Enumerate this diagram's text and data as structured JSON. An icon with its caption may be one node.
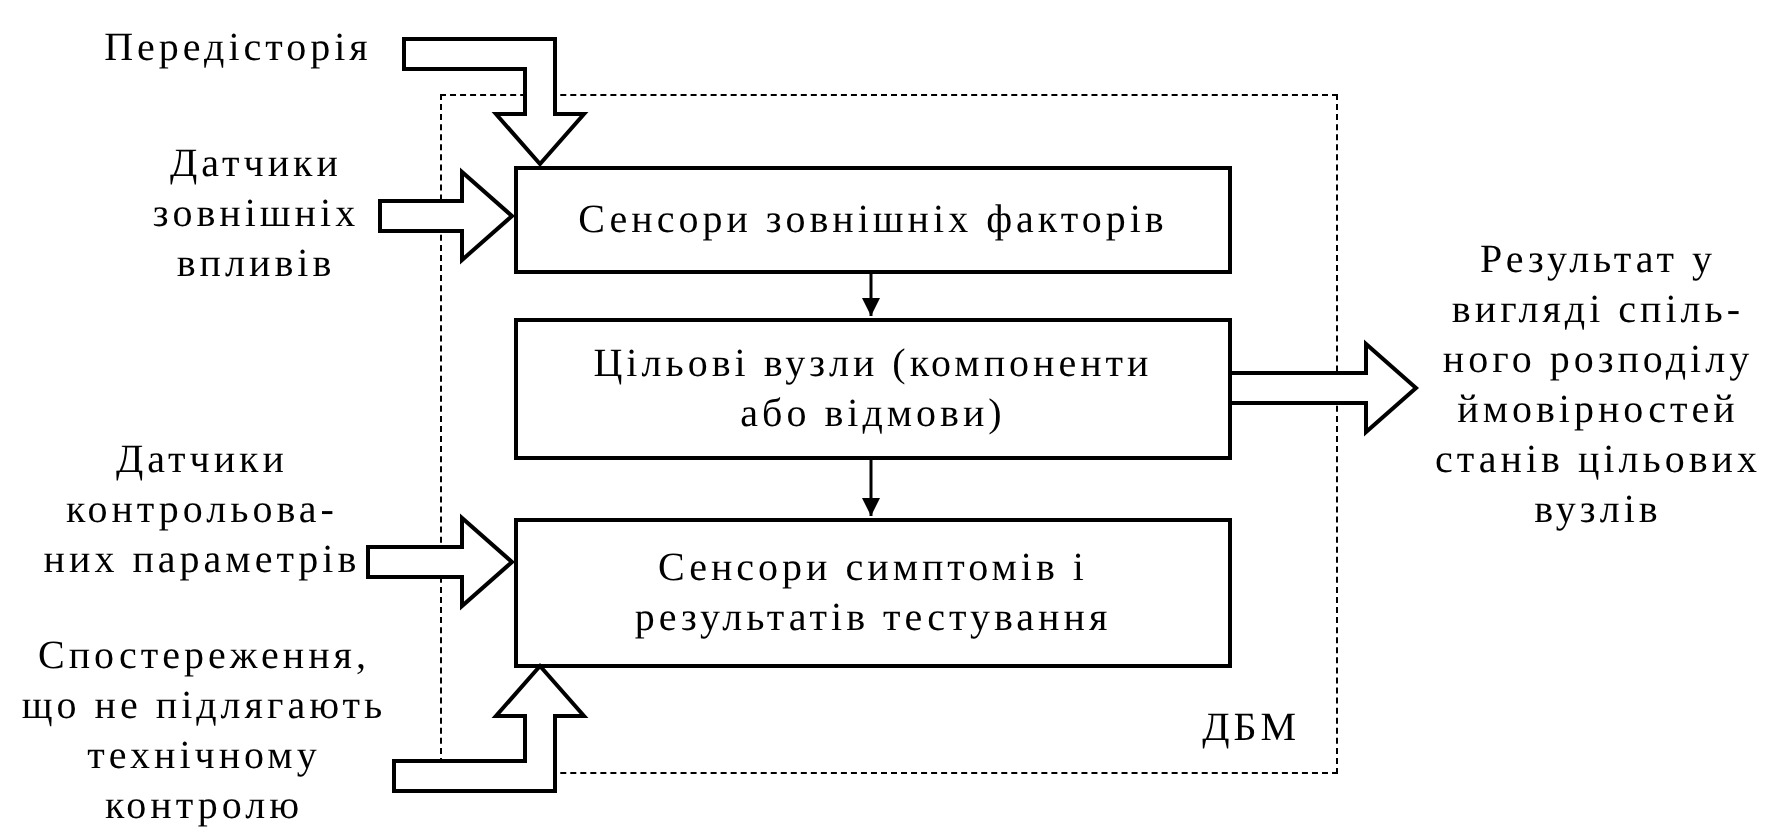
{
  "diagram": {
    "nodes": [
      {
        "text": [
          "ДБМ"
        ]
      },
      {
        "text": [
          "Сенсори зовнішніх факторів"
        ],
        "in": 0
      },
      {
        "text": [
          "Цільові вузли (компоненти або відмови)"
        ],
        "in": 0
      },
      {
        "text": [
          "Сенсори симптомів і результатів тестування"
        ],
        "in": 0
      },
      {
        "text": [
          "Передісторія"
        ]
      },
      {
        "text": [
          "Датчики зовнішніх впливів"
        ]
      },
      {
        "text": [
          "Датчики контрольова- них параметрів"
        ]
      },
      {
        "text": [
          "Спостереження, що не підлягають технічному контролю"
        ]
      },
      {
        "text": [
          "Результат у вигляді спіль- ного розподілу ймовірностей станів цільових вузлів"
        ]
      }
    ],
    "edges": [
      {
        "from": 4,
        "to": 1,
        "arrow": "to"
      },
      {
        "from": 5,
        "to": 1,
        "arrow": "to"
      },
      {
        "from": 1,
        "to": 2,
        "arrow": "to"
      },
      {
        "from": 2,
        "to": 3,
        "arrow": "to"
      },
      {
        "from": 6,
        "to": 3,
        "arrow": "to"
      },
      {
        "from": 7,
        "to": 3,
        "arrow": "to"
      },
      {
        "from": 2,
        "to": 8,
        "arrow": "to"
      }
    ]
  }
}
